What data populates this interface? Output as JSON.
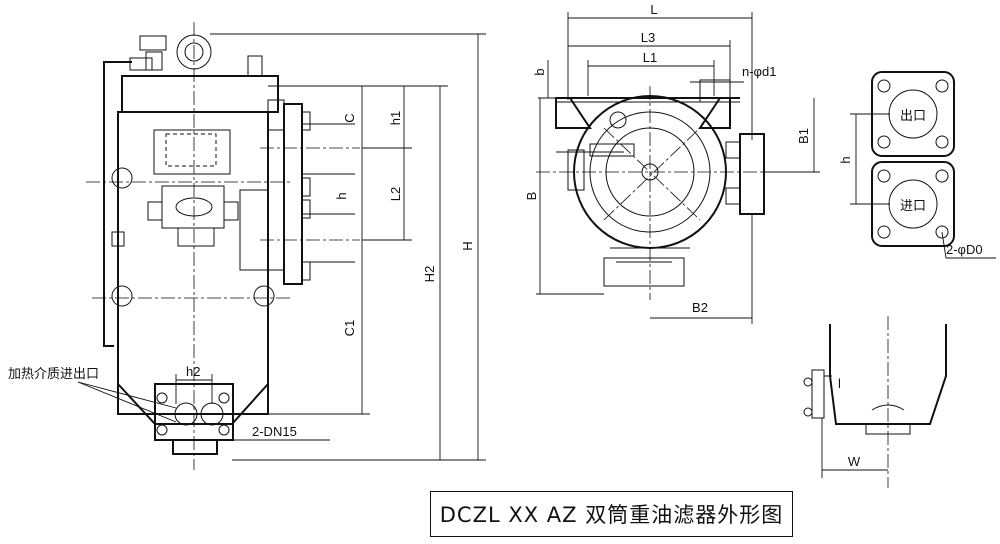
{
  "title": "DCZL XX AZ 双筒重油滤器外形图",
  "dimensions": {
    "L": "L",
    "L3": "L3",
    "L1": "L1",
    "nd1": "n-φd1",
    "b": "b",
    "B": "B",
    "B1": "B1",
    "B2": "B2",
    "h": "h",
    "h1": "h1",
    "h2": "h2",
    "C": "C",
    "C1": "C1",
    "L2": "L2",
    "H2": "H2",
    "H": "H",
    "W": "W",
    "D0": "2-φD0",
    "DN15": "2-DN15",
    "l": "l"
  },
  "callouts": {
    "heating_port": "加热介质进出口",
    "outlet": "出口",
    "inlet": "进口"
  }
}
